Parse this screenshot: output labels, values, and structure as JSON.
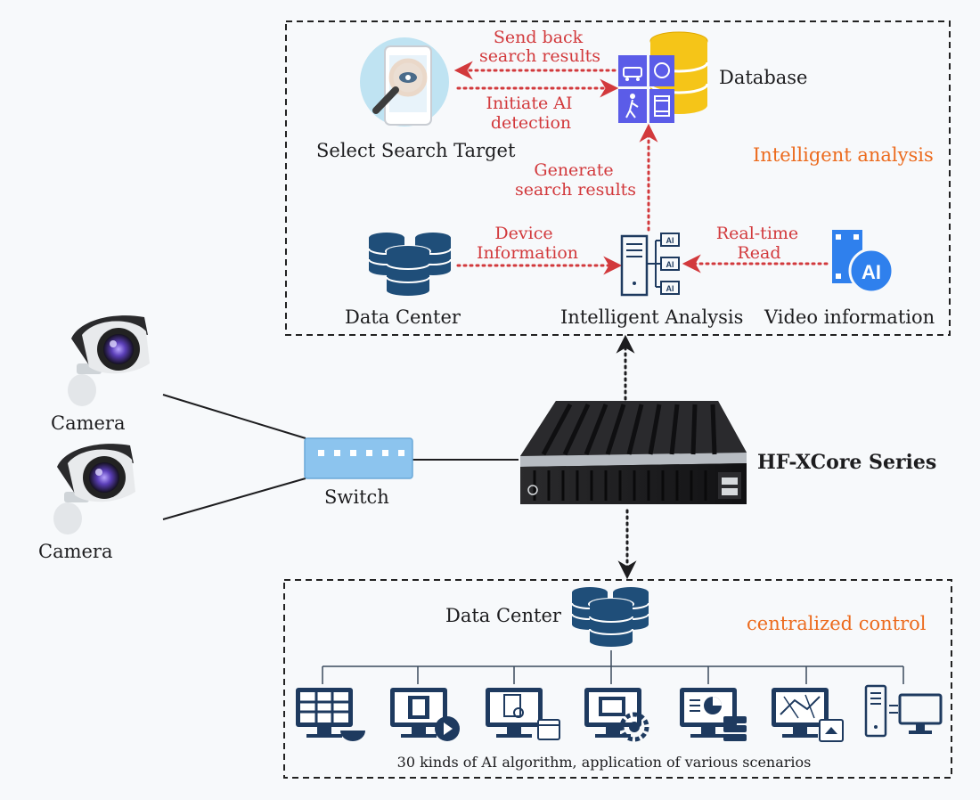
{
  "colors": {
    "accent_red": "#d2393c",
    "accent_orange": "#ec6b1e",
    "db_navy": "#1f4e79",
    "db_gold": "#f5c518",
    "icon_blue": "#2f80ed",
    "monitor_navy": "#1e3a5f",
    "switch_blue": "#8cc4ee"
  },
  "top_panel": {
    "label": "Intelligent analysis",
    "select_target_label": "Select Search Target",
    "database_label": "Database",
    "data_center_label": "Data Center",
    "intelligent_analysis_label": "Intelligent Analysis",
    "video_info_label": "Video information",
    "flows": {
      "send_back_1": "Send back",
      "send_back_2": "search results",
      "initiate_1": "Initiate AI",
      "initiate_2": "detection",
      "generate_1": "Generate",
      "generate_2": "search results",
      "device_1": "Device",
      "device_2": "Information",
      "realtime_1": "Real-time",
      "realtime_2": "Read"
    },
    "ai_badge": "AI",
    "ai_module_badge": "AI"
  },
  "left": {
    "camera_1_label": "Camera",
    "camera_2_label": "Camera",
    "switch_label": "Switch"
  },
  "device": {
    "name": "HF-XCore Series"
  },
  "bottom_panel": {
    "label": "centralized control",
    "data_center_label": "Data Center",
    "caption": "30 kinds of AI algorithm, application of various scenarios"
  }
}
